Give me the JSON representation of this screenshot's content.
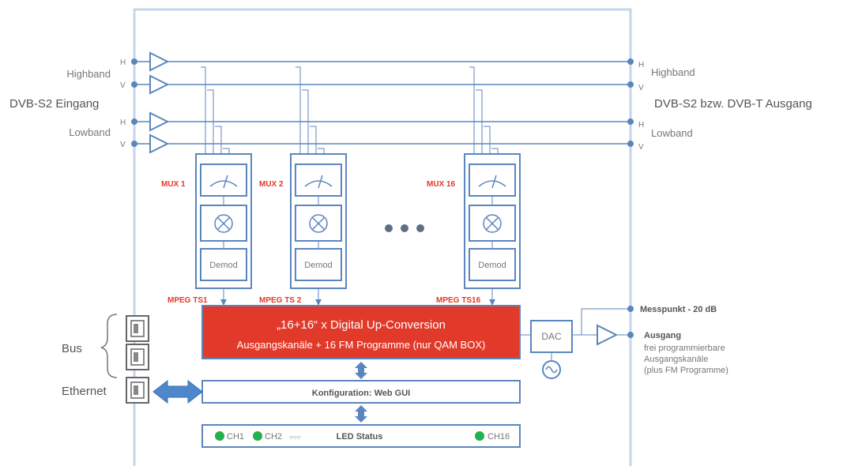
{
  "inputs": {
    "title": "DVB-S2 Eingang",
    "highband": "Highband",
    "lowband": "Lowband",
    "pol_h": "H",
    "pol_v": "V"
  },
  "outputs": {
    "title": "DVB-S2 bzw. DVB-T Ausgang",
    "highband": "Highband",
    "lowband": "Lowband",
    "pol_h": "H",
    "pol_v": "V"
  },
  "muxes": [
    {
      "label": "MUX 1",
      "ts": "MPEG TS1",
      "demod": "Demod"
    },
    {
      "label": "MUX 2",
      "ts": "MPEG TS 2",
      "demod": "Demod"
    },
    {
      "label": "MUX 16",
      "ts": "MPEG TS16",
      "demod": "Demod"
    }
  ],
  "conversion": {
    "line1": "„16+16“ x Digital Up-Conversion",
    "line2": "Ausgangskanäle + 16 FM Programme (nur QAM BOX)"
  },
  "dac": "DAC",
  "config": "Konfiguration: Web GUI",
  "led": {
    "ch1": "CH1",
    "ch2": "CH2",
    "dots": "○○○",
    "status": "LED Status",
    "ch16": "CH16"
  },
  "left_ports": {
    "bus": "Bus",
    "ethernet": "Ethernet"
  },
  "output_side": {
    "messpunkt": "Messpunkt - 20 dB",
    "ausgang": "Ausgang",
    "desc1": "frei programmierbare",
    "desc2": "Ausgangskanäle",
    "desc3": "(plus FM Programme)"
  },
  "colors": {
    "line": "#5b86bd",
    "frame": "#c5d5ea",
    "red": "#e23a2a",
    "led_green": "#22b14c"
  }
}
